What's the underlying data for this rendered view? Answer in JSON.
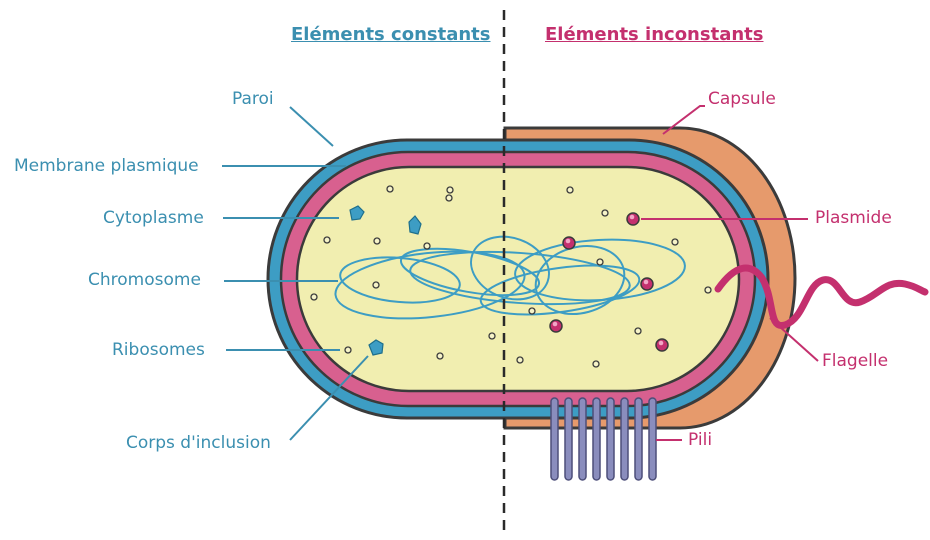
{
  "headers": {
    "left": "Eléments constants",
    "right": "Eléments inconstants"
  },
  "labels_left": {
    "paroi": "Paroi",
    "membrane": "Membrane plasmique",
    "cytoplasme": "Cytoplasme",
    "chromosome": "Chromosome",
    "ribosomes": "Ribosomes",
    "corps": "Corps d'inclusion"
  },
  "labels_right": {
    "capsule": "Capsule",
    "plasmide": "Plasmide",
    "flagelle": "Flagelle",
    "pili": "Pili"
  },
  "colors": {
    "paroi": "#3d9dc4",
    "membrane": "#d8608f",
    "cytoplasm": "#f1eeb0",
    "capsule": "#e69a6c",
    "blue_text": "#3b8fb0",
    "pink_text": "#c4306e",
    "pili": "#7a7db0"
  }
}
